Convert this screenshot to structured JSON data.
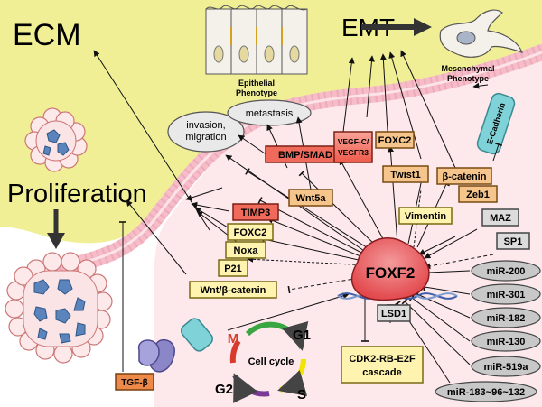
{
  "labels": {
    "ecm": "ECM",
    "emt": "EMT",
    "proliferation": "Proliferation",
    "epithelial_line1": "Epithelial",
    "epithelial_line2": "Phenotype",
    "mesenchymal_line1": "Mesenchymal",
    "mesenchymal_line2": "Phenotype",
    "e_cadherin": "E-Cadherin",
    "tgf_beta": "TGF-β",
    "invasion_line1": "invasion,",
    "invasion_line2": "migration",
    "metastasis": "metastasis",
    "cell_cycle": "Cell cycle",
    "foxf2": "FOXF2"
  },
  "targets": {
    "bmp_smad": "BMP/SMAD",
    "vegf_line1": "VEGF-C/",
    "vegf_line2": "VEGFR3",
    "foxc2_top": "FOXC2",
    "twist1": "Twist1",
    "beta_catenin": "β-catenin",
    "wnt5a": "Wnt5a",
    "timp3": "TIMP3",
    "foxc2_left": "FOXC2",
    "noxa": "Noxa",
    "p21": "P21",
    "vimentin": "Vimentin",
    "wnt_beta_catenin": "Wnt/β-catenin",
    "cdk2_line1": "CDK2-RB-E2F",
    "cdk2_line2": "cascade"
  },
  "regulators": {
    "zeb1": "Zeb1",
    "maz": "MAZ",
    "sp1": "SP1",
    "lsd1": "LSD1",
    "mirnas": [
      "miR-200",
      "miR-301",
      "miR-182",
      "miR-130",
      "miR-519a",
      "miR-183~96~132"
    ]
  },
  "cycle_phases": [
    "G1",
    "S",
    "G2",
    "M"
  ],
  "colors": {
    "ecm_background": "#f0ef96",
    "cell_cytoplasm": "#fde8ec",
    "membrane_pink": "#f6bcc8",
    "membrane_line": "#e59ab0",
    "foxf2_fill": "#ec5f63",
    "red_box": "#ef6a5a",
    "orange_box": "#f6c58b",
    "yellow_box": "#fff3b0",
    "mirna_oval": "#c8c8c8",
    "cycle_green": "#3aa642",
    "cycle_yellow": "#f1e400",
    "cycle_purple": "#7a3b96",
    "cycle_red": "#d83a2c"
  }
}
